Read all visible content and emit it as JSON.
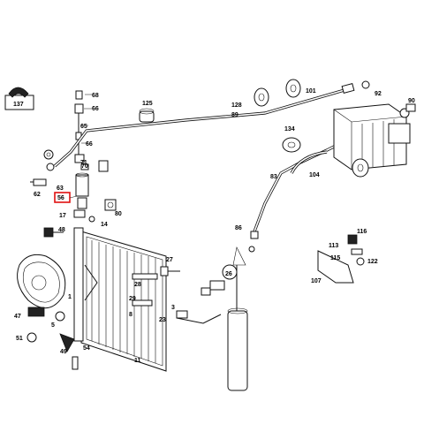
{
  "highlight": {
    "label": "56",
    "color": "#e01010"
  },
  "labels": {
    "l137": "137",
    "l68": "68",
    "l65": "65",
    "l66": "66",
    "l71": "71",
    "l70": "70",
    "l63": "63",
    "l62": "62",
    "l56": "56",
    "l80": "80",
    "l17": "17",
    "l14": "14",
    "l48": "48",
    "l1": "1",
    "l47": "47",
    "l5": "5",
    "l51": "51",
    "l49": "49",
    "l54": "54",
    "l8": "8",
    "l28": "28",
    "l29": "29",
    "l27": "27",
    "l23": "23",
    "l3": "3",
    "l11": "11",
    "l125": "125",
    "l128": "128",
    "l89": "89",
    "l101": "101",
    "l92": "92",
    "l90": "90",
    "l134": "134",
    "l83": "83",
    "l104": "104",
    "l86": "86",
    "l26": "26",
    "l116": "116",
    "l113": "113",
    "l115": "115",
    "l107": "107",
    "l122": "122"
  }
}
